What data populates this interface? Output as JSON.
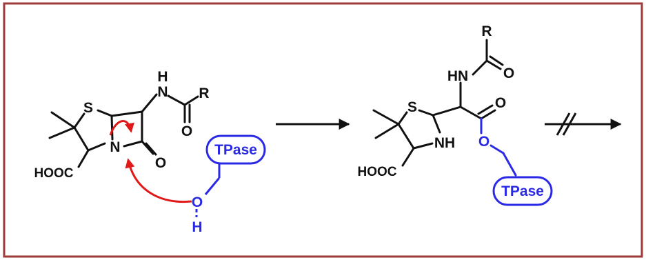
{
  "colors": {
    "frame": "#9e3a3a",
    "bond": "#111111",
    "enzyme": "#2a2ae6",
    "curly_arrow": "#e01818"
  },
  "reactant": {
    "s": "S",
    "n": "N",
    "nh": "H",
    "nh_n": "N",
    "r": "R",
    "amide_o": "O",
    "lactam_o": "O",
    "cooh": "HOOC"
  },
  "enzyme_nucleophile": {
    "label": "TPase",
    "o": "O",
    "h": "H"
  },
  "product": {
    "s": "S",
    "nh": "NH",
    "hn": "HN",
    "r": "R",
    "amide_o": "O",
    "ester_o_dbl": "O",
    "ester_o": "O",
    "cooh": "HOOC",
    "enzyme_label": "TPase"
  }
}
